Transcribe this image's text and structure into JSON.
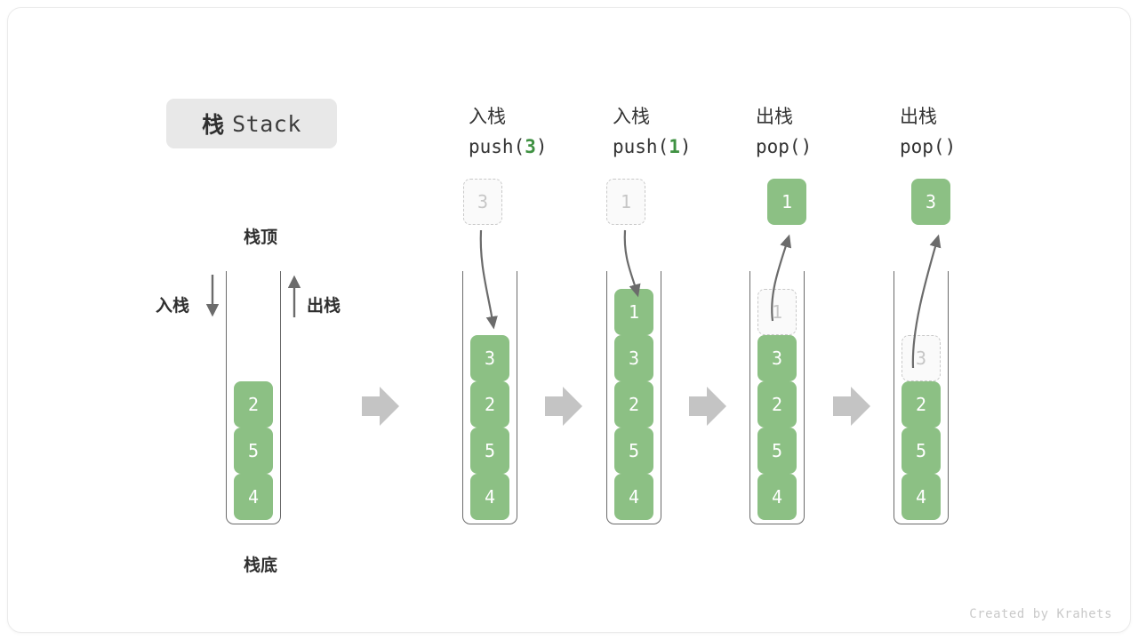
{
  "title": {
    "cn": "栈",
    "en": "Stack"
  },
  "footer": {
    "text": "Created by Krahets"
  },
  "colors": {
    "cell_fill": "#8cc084",
    "cell_text": "#ffffff",
    "ghost_fill": "#fafafa",
    "ghost_border": "#c9c9c9",
    "ghost_text": "#c6c6c6",
    "arrow": "#6b6b6b",
    "step_arrow": "#c4c4c4",
    "wall": "#6b6b6b",
    "badge_bg": "#e8e8e8",
    "accent_green": "#3f9142",
    "card_border": "#ebebeb"
  },
  "legend": {
    "push_label": "入栈",
    "pop_label": "出栈",
    "top_label": "栈顶",
    "bottom_label": "栈底"
  },
  "columns": [
    {
      "id": "initial",
      "head_line1": "",
      "head_line2": "",
      "head_arg": "",
      "cells_bottom_to_top": [
        "4",
        "5",
        "2"
      ],
      "ghost_in_stack": null,
      "float_box": null,
      "float_kind": null
    },
    {
      "id": "push-3",
      "head_line1": "入栈",
      "head_line2": "push(",
      "head_arg": "3",
      "head_line2_tail": ")",
      "cells_bottom_to_top": [
        "4",
        "5",
        "2",
        "3"
      ],
      "ghost_in_stack": null,
      "float_box": "3",
      "float_kind": "ghost"
    },
    {
      "id": "push-1",
      "head_line1": "入栈",
      "head_line2": "push(",
      "head_arg": "1",
      "head_line2_tail": ")",
      "cells_bottom_to_top": [
        "4",
        "5",
        "2",
        "3",
        "1"
      ],
      "ghost_in_stack": null,
      "float_box": "1",
      "float_kind": "ghost"
    },
    {
      "id": "pop-1",
      "head_line1": "出栈",
      "head_line2": "pop()",
      "head_arg": "",
      "head_line2_tail": "",
      "cells_bottom_to_top": [
        "4",
        "5",
        "2",
        "3"
      ],
      "ghost_in_stack": "1",
      "float_box": "1",
      "float_kind": "filled"
    },
    {
      "id": "pop-2",
      "head_line1": "出栈",
      "head_line2": "pop()",
      "head_arg": "",
      "head_line2_tail": "",
      "cells_bottom_to_top": [
        "4",
        "5",
        "2"
      ],
      "ghost_in_stack": "3",
      "float_box": "3",
      "float_kind": "filled"
    }
  ]
}
